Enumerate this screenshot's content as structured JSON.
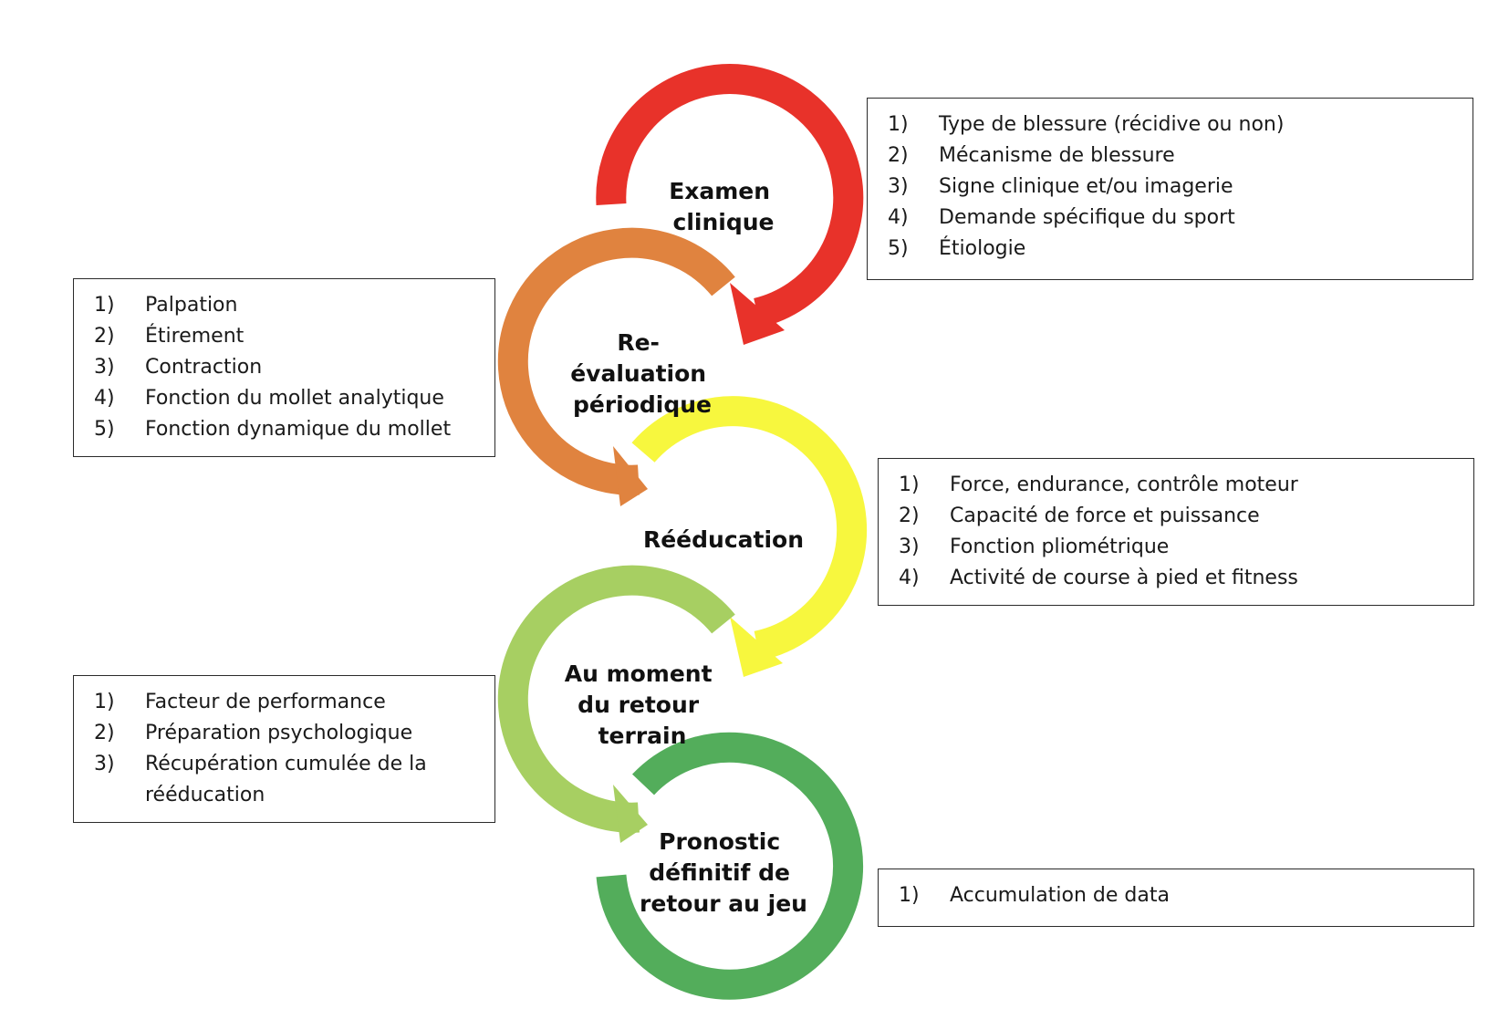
{
  "stages": [
    {
      "id": "examen",
      "label_lines": [
        "Examen",
        "clinique"
      ],
      "color": "#e8322a"
    },
    {
      "id": "reevaluation",
      "label_lines": [
        "Re-",
        "évaluation",
        "périodique"
      ],
      "color": "#e0833f"
    },
    {
      "id": "reeducation",
      "label_lines": [
        "Rééducation"
      ],
      "color": "#f7f73e"
    },
    {
      "id": "retour",
      "label_lines": [
        "Au moment",
        "du retour",
        "terrain"
      ],
      "color": "#a7cf62"
    },
    {
      "id": "pronostic",
      "label_lines": [
        "Pronostic",
        "définitif de",
        "retour au jeu"
      ],
      "color": "#53ad5b"
    }
  ],
  "boxes": [
    {
      "id": "examen-box",
      "items": [
        {
          "num": "1)",
          "text": "Type de blessure (récidive ou non)"
        },
        {
          "num": "2)",
          "text": "Mécanisme de blessure"
        },
        {
          "num": "3)",
          "text": "Signe clinique et/ou imagerie"
        },
        {
          "num": "4)",
          "text": "Demande spécifique du sport"
        },
        {
          "num": "5)",
          "text": "Étiologie"
        }
      ]
    },
    {
      "id": "reevaluation-box",
      "items": [
        {
          "num": "1)",
          "text": "Palpation"
        },
        {
          "num": "2)",
          "text": "Étirement"
        },
        {
          "num": "3)",
          "text": "Contraction"
        },
        {
          "num": "4)",
          "text": "Fonction du mollet analytique"
        },
        {
          "num": "5)",
          "text": "Fonction dynamique du mollet"
        }
      ]
    },
    {
      "id": "reeducation-box",
      "items": [
        {
          "num": "1)",
          "text": "Force, endurance, contrôle moteur"
        },
        {
          "num": "2)",
          "text": "Capacité de force et puissance"
        },
        {
          "num": "3)",
          "text": "Fonction pliométrique"
        },
        {
          "num": "4)",
          "text": "Activité de course à pied et fitness"
        }
      ]
    },
    {
      "id": "retour-box",
      "items": [
        {
          "num": "1)",
          "text": "Facteur de performance"
        },
        {
          "num": "2)",
          "text": "Préparation psychologique"
        },
        {
          "num": "3)",
          "text": "Récupération cumulée de la rééducation"
        }
      ]
    },
    {
      "id": "pronostic-box",
      "items": [
        {
          "num": "1)",
          "text": "Accumulation de data"
        }
      ]
    }
  ]
}
